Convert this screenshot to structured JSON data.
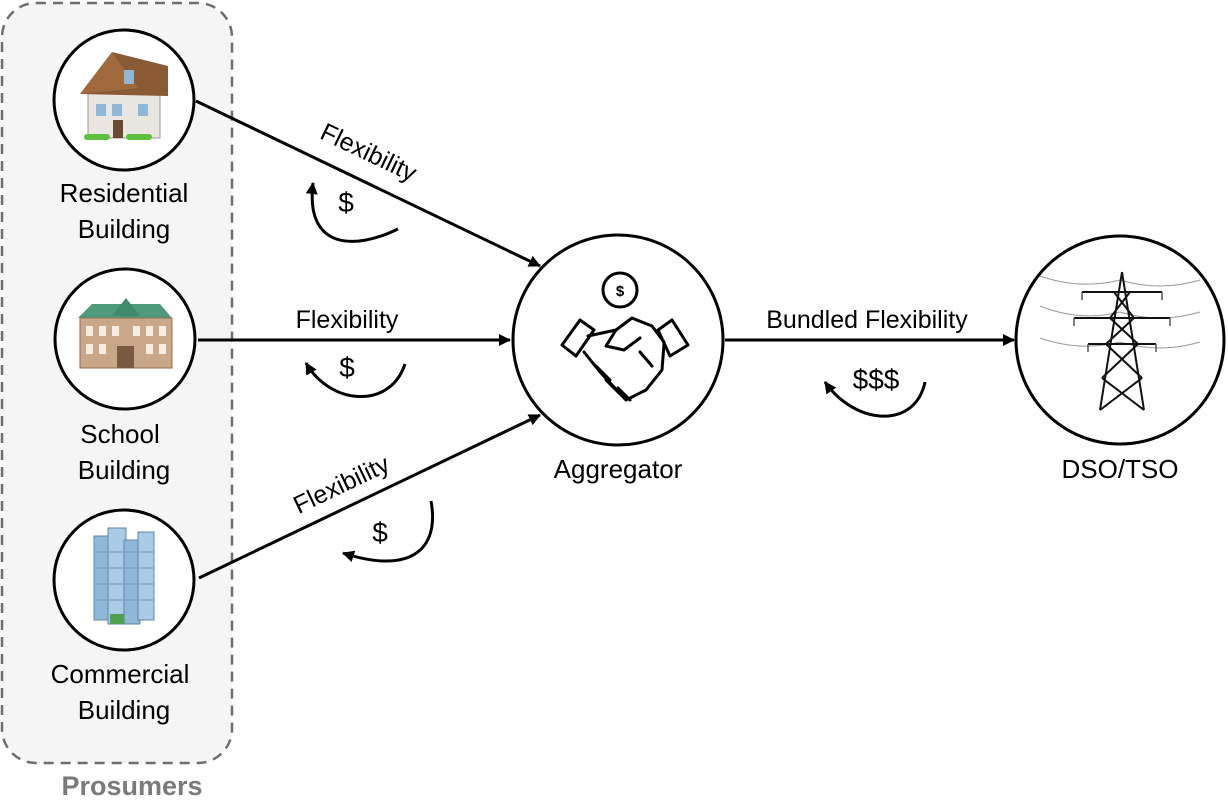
{
  "group": {
    "label": "Prosumers"
  },
  "nodes": {
    "residential": {
      "line1": "Residential",
      "line2": "Building"
    },
    "school": {
      "line1": "School",
      "line2": "Building"
    },
    "commercial": {
      "line1": "Commercial",
      "line2": "Building"
    },
    "aggregator": {
      "label": "Aggregator"
    },
    "operator": {
      "label": "DSO/TSO"
    }
  },
  "flows": {
    "residential": {
      "label": "Flexibility",
      "payment": "$"
    },
    "school": {
      "label": "Flexibility",
      "payment": "$"
    },
    "commercial": {
      "label": "Flexibility",
      "payment": "$"
    },
    "bundled": {
      "label": "Bundled Flexibility",
      "payment": "$$$"
    }
  },
  "icons": {
    "residential": "house-icon",
    "school": "school-building-icon",
    "commercial": "skyscraper-icon",
    "aggregator": "handshake-icon",
    "coin": "dollar-coin-icon",
    "operator": "power-pylon-icon"
  },
  "colors": {
    "group_fill": "#f5f5f5",
    "group_border": "#6e6e6e",
    "group_label": "#7a7a7a",
    "line": "#000000",
    "roof": "#8a5a34",
    "school_roof": "#4f9a7a",
    "glass": "#8fb8d8"
  }
}
